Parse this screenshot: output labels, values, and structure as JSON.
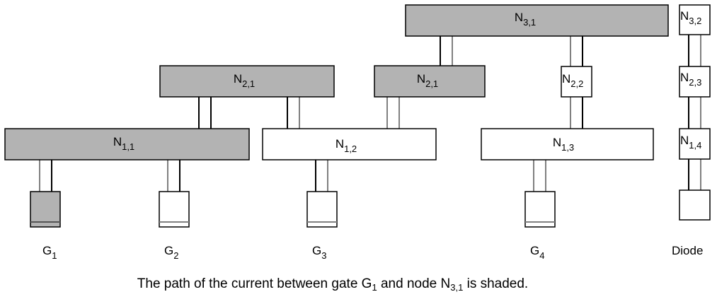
{
  "colors": {
    "shaded_fill": "#b3b3b3",
    "unshaded_fill": "#ffffff",
    "border": "#000000",
    "wire_gray": "#808080"
  },
  "nodes": [
    {
      "id": "N3_1",
      "base": "N",
      "sub": "3,1",
      "shaded": true
    },
    {
      "id": "N3_2",
      "base": "N",
      "sub": "3,2",
      "shaded": false
    },
    {
      "id": "N2_1a",
      "base": "N",
      "sub": "2,1",
      "shaded": true
    },
    {
      "id": "N2_1b",
      "base": "N",
      "sub": "2,1",
      "shaded": true
    },
    {
      "id": "N2_2",
      "base": "N",
      "sub": "2,2",
      "shaded": false
    },
    {
      "id": "N2_3",
      "base": "N",
      "sub": "2,3",
      "shaded": false
    },
    {
      "id": "N1_1",
      "base": "N",
      "sub": "1,1",
      "shaded": true
    },
    {
      "id": "N1_2",
      "base": "N",
      "sub": "1,2",
      "shaded": false
    },
    {
      "id": "N1_3",
      "base": "N",
      "sub": "1,3",
      "shaded": false
    },
    {
      "id": "N1_4",
      "base": "N",
      "sub": "1,4",
      "shaded": false
    }
  ],
  "gates": [
    {
      "id": "G1",
      "base": "G",
      "sub": "1",
      "shaded": true
    },
    {
      "id": "G2",
      "base": "G",
      "sub": "2",
      "shaded": false
    },
    {
      "id": "G3",
      "base": "G",
      "sub": "3",
      "shaded": false
    },
    {
      "id": "G4",
      "base": "G",
      "sub": "4",
      "shaded": false
    },
    {
      "id": "Diode",
      "base": "Diode",
      "sub": "",
      "shaded": false
    }
  ],
  "caption": {
    "prefix": "The path of the current between gate ",
    "gate_base": "G",
    "gate_sub": "1",
    "middle": " and node ",
    "node_base": "N",
    "node_sub": "3,1",
    "suffix": " is shaded."
  }
}
